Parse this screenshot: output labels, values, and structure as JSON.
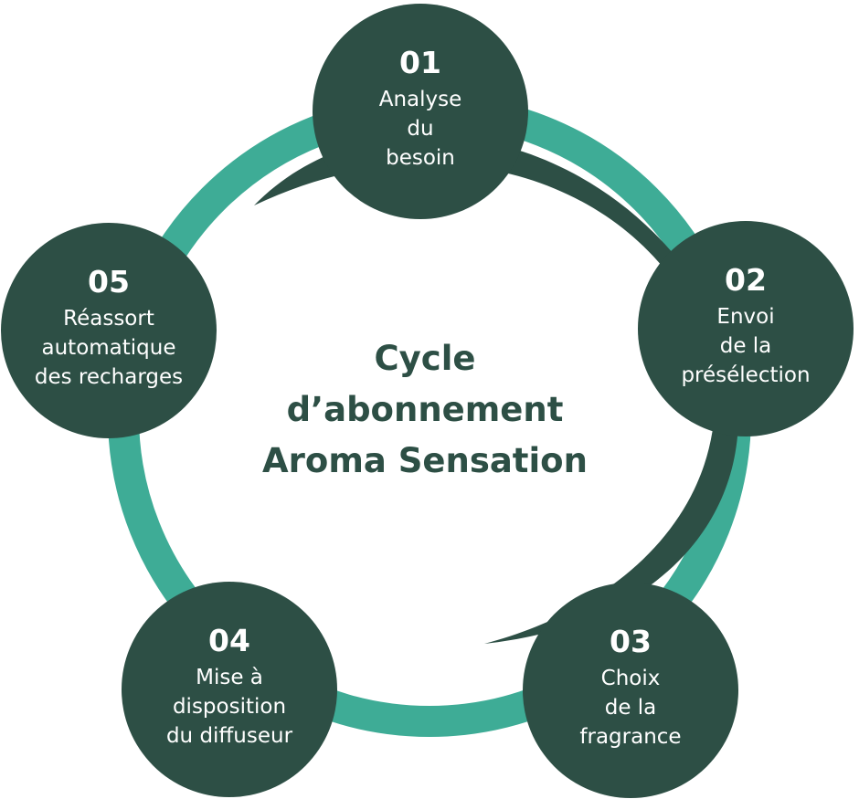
{
  "title_lines": [
    "Cycle",
    "d’abonnement",
    "Aroma Sensation"
  ],
  "colors": {
    "ring_teal": "#3eac96",
    "dark_green": "#2d4f45",
    "node_text": "#ffffff",
    "background": "#ffffff"
  },
  "steps": [
    {
      "number": "01",
      "lines": [
        "Analyse",
        "du",
        "besoin"
      ]
    },
    {
      "number": "02",
      "lines": [
        "Envoi",
        "de la",
        "présélection"
      ]
    },
    {
      "number": "03",
      "lines": [
        "Choix",
        "de la",
        "fragrance"
      ]
    },
    {
      "number": "04",
      "lines": [
        "Mise à",
        "disposition",
        "du diffuseur"
      ]
    },
    {
      "number": "05",
      "lines": [
        "Réassort",
        "automatique",
        "des recharges"
      ]
    }
  ]
}
